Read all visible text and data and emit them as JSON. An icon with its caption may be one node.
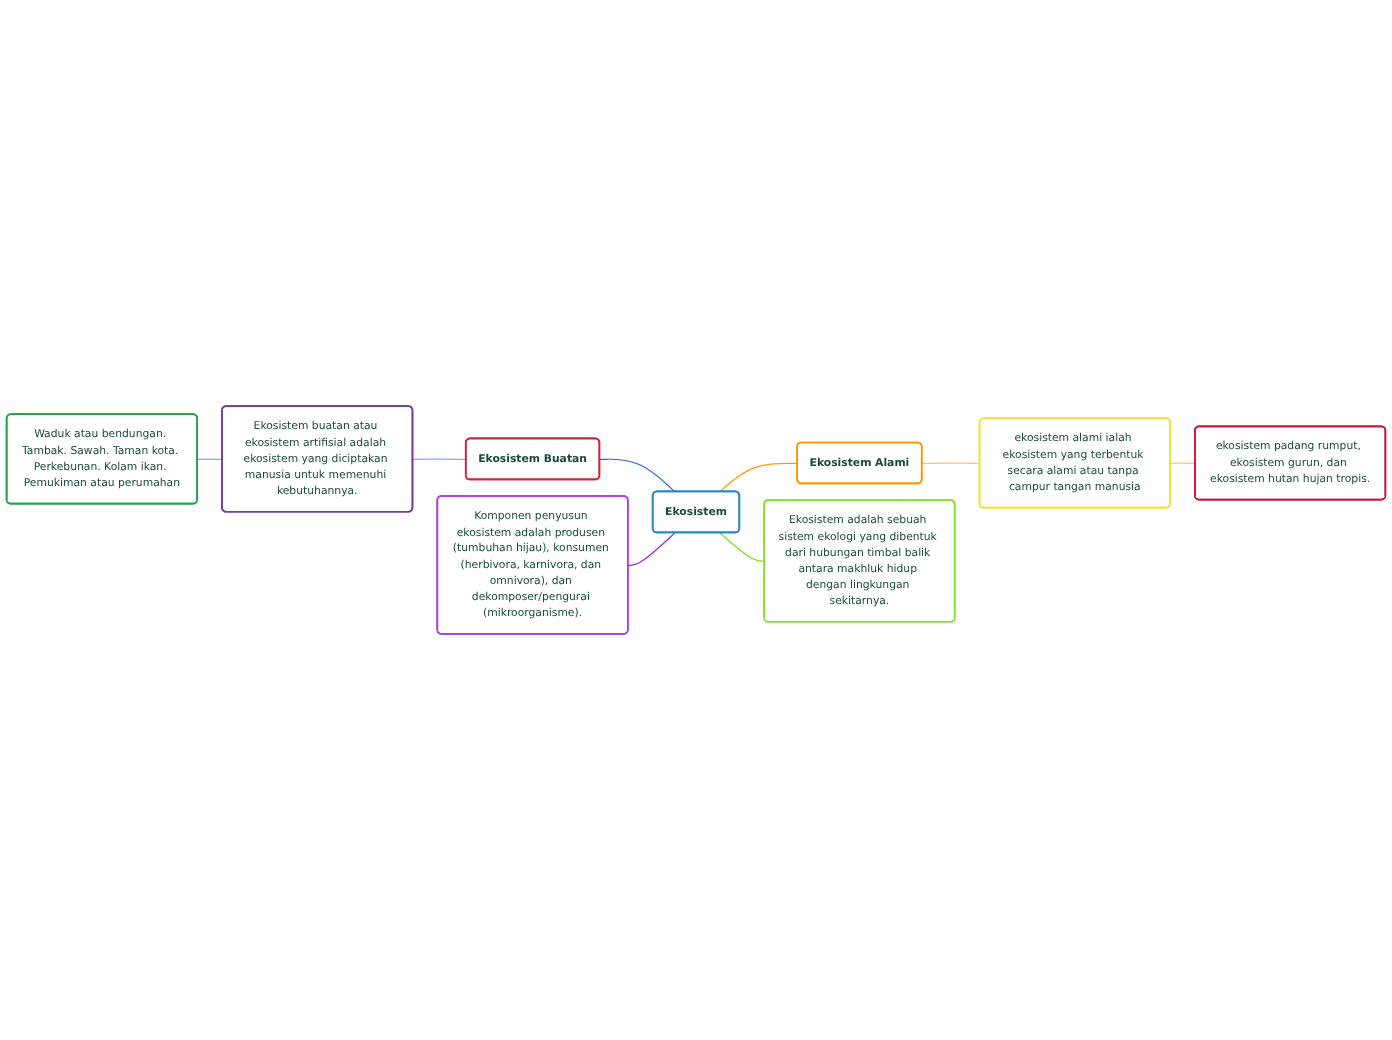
{
  "diagram": {
    "nodes": [
      {
        "text": [
          "Ekosistem"
        ]
      },
      {
        "text": [
          "Ekosistem Buatan"
        ]
      },
      {
        "text": [
          "Ekosistem buatan atau ekosistem artifisial adalah ekosistem yang diciptakan manusia untuk memenuhi kebutuhannya."
        ]
      },
      {
        "text": [
          "Waduk atau bendungan. Tambak. Sawah. Taman kota. Perkebunan. Kolam ikan. Pemukiman atau perumahan"
        ]
      },
      {
        "text": [
          "Ekosistem Alami"
        ]
      },
      {
        "text": [
          "ekosistem alami ialah ekosistem yang terbentuk secara alami atau tanpa campur tangan manusia"
        ]
      },
      {
        "text": [
          "ekosistem padang rumput, ekosistem gurun, dan ekosistem hutan hujan tropis."
        ]
      },
      {
        "text": [
          "Komponen penyusun ekosistem adalah produsen (tumbuhan hijau), konsumen (herbivora, karnivora, dan omnivora), dan dekomposer/pengurai (mikroorganisme)."
        ]
      },
      {
        "text": [
          "Ekosistem adalah sebuah sistem ekologi yang dibentuk dari hubungan timbal balik antara makhluk hidup dengan lingkungan sekitarnya."
        ]
      }
    ],
    "edges": [
      {
        "from": 1,
        "to": 0,
        "arrow": "none",
        "color": "#2962ff"
      },
      {
        "from": 2,
        "to": 1,
        "arrow": "none",
        "color": "#82a8ff"
      },
      {
        "from": 3,
        "to": 2,
        "arrow": "none",
        "color": "#82a8ff"
      },
      {
        "from": 0,
        "to": 4,
        "arrow": "none",
        "color": "#ff9800"
      },
      {
        "from": 4,
        "to": 5,
        "arrow": "none",
        "color": "#ffc07a"
      },
      {
        "from": 5,
        "to": 6,
        "arrow": "none",
        "color": "#ffc07a"
      },
      {
        "from": 7,
        "to": 0,
        "arrow": "none",
        "color": "#9c27e0"
      },
      {
        "from": 0,
        "to": 8,
        "arrow": "none",
        "color": "#7ee020"
      }
    ]
  }
}
